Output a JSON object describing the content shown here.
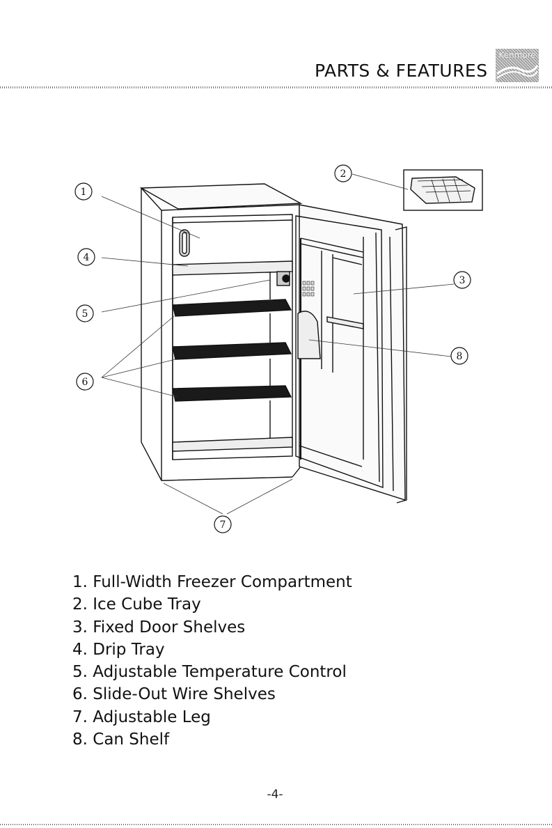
{
  "header": {
    "title": "PARTS & FEATURES",
    "logo_text": "Kenmore"
  },
  "callouts": [
    "1",
    "2",
    "3",
    "4",
    "5",
    "6",
    "7",
    "8"
  ],
  "parts": [
    "1. Full-Width Freezer Compartment",
    "2. Ice Cube Tray",
    "3. Fixed Door Shelves",
    "4. Drip Tray",
    "5. Adjustable Temperature Control",
    "6. Slide-Out Wire Shelves",
    "7. Adjustable Leg",
    "8. Can Shelf"
  ],
  "footer": {
    "page_number": "-4-"
  }
}
